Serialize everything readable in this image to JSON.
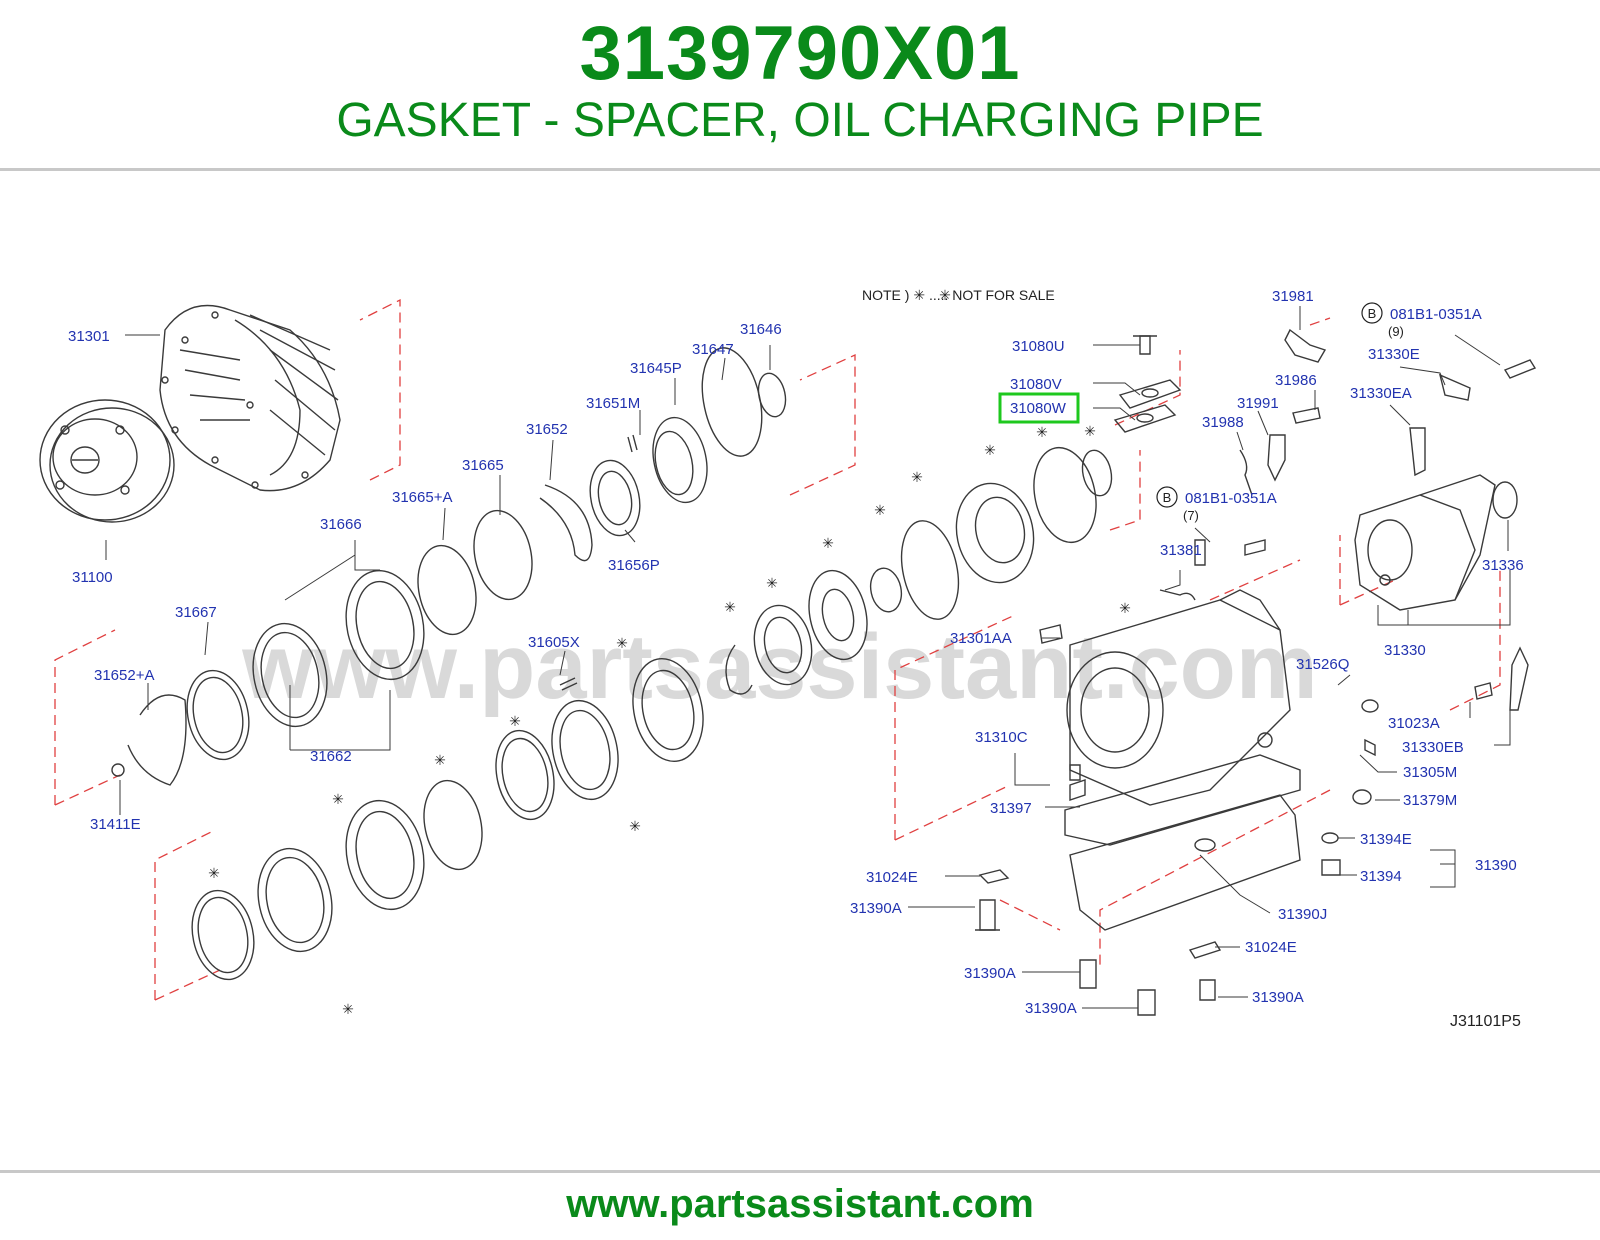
{
  "header": {
    "part_number": "3139790X01",
    "description": "GASKET - SPACER, OIL CHARGING PIPE"
  },
  "diagram": {
    "note": "NOTE  )  ✳ ..... NOT  FOR  SALE",
    "watermark": "www.partsassistant.com",
    "diagram_code": "J31101P5",
    "highlighted_part": "31080W",
    "callouts": [
      "31301",
      "31100",
      "31646",
      "31647",
      "31645P",
      "31651M",
      "31652",
      "31665",
      "31665+A",
      "31656P",
      "31666",
      "31667",
      "31652+A",
      "31662",
      "31411E",
      "31605X",
      "31080U",
      "31080V",
      "31080W",
      "31981",
      "081B1-0351A",
      "(9)",
      "31330E",
      "31986",
      "31330EA",
      "31991",
      "31988",
      "081B1-0351A",
      "(7)",
      "31381",
      "31336",
      "31330",
      "31301AA",
      "31526Q",
      "31023A",
      "31330EB",
      "31310C",
      "31305M",
      "31397",
      "31379M",
      "31394E",
      "31390",
      "31394",
      "31024E",
      "31390A",
      "31390J",
      "31024E",
      "31390A",
      "31390A",
      "31390A"
    ],
    "bolt_markers": [
      "B",
      "B"
    ]
  },
  "footer": {
    "url": "www.partsassistant.com"
  },
  "colors": {
    "title_green": "#0a8a1a",
    "label_blue": "#2233b0",
    "highlight_green": "#1ec81e",
    "leader_red": "#e04040",
    "line_drawing": "#3a3a3a",
    "watermark_gray": "#d9d9d9"
  }
}
